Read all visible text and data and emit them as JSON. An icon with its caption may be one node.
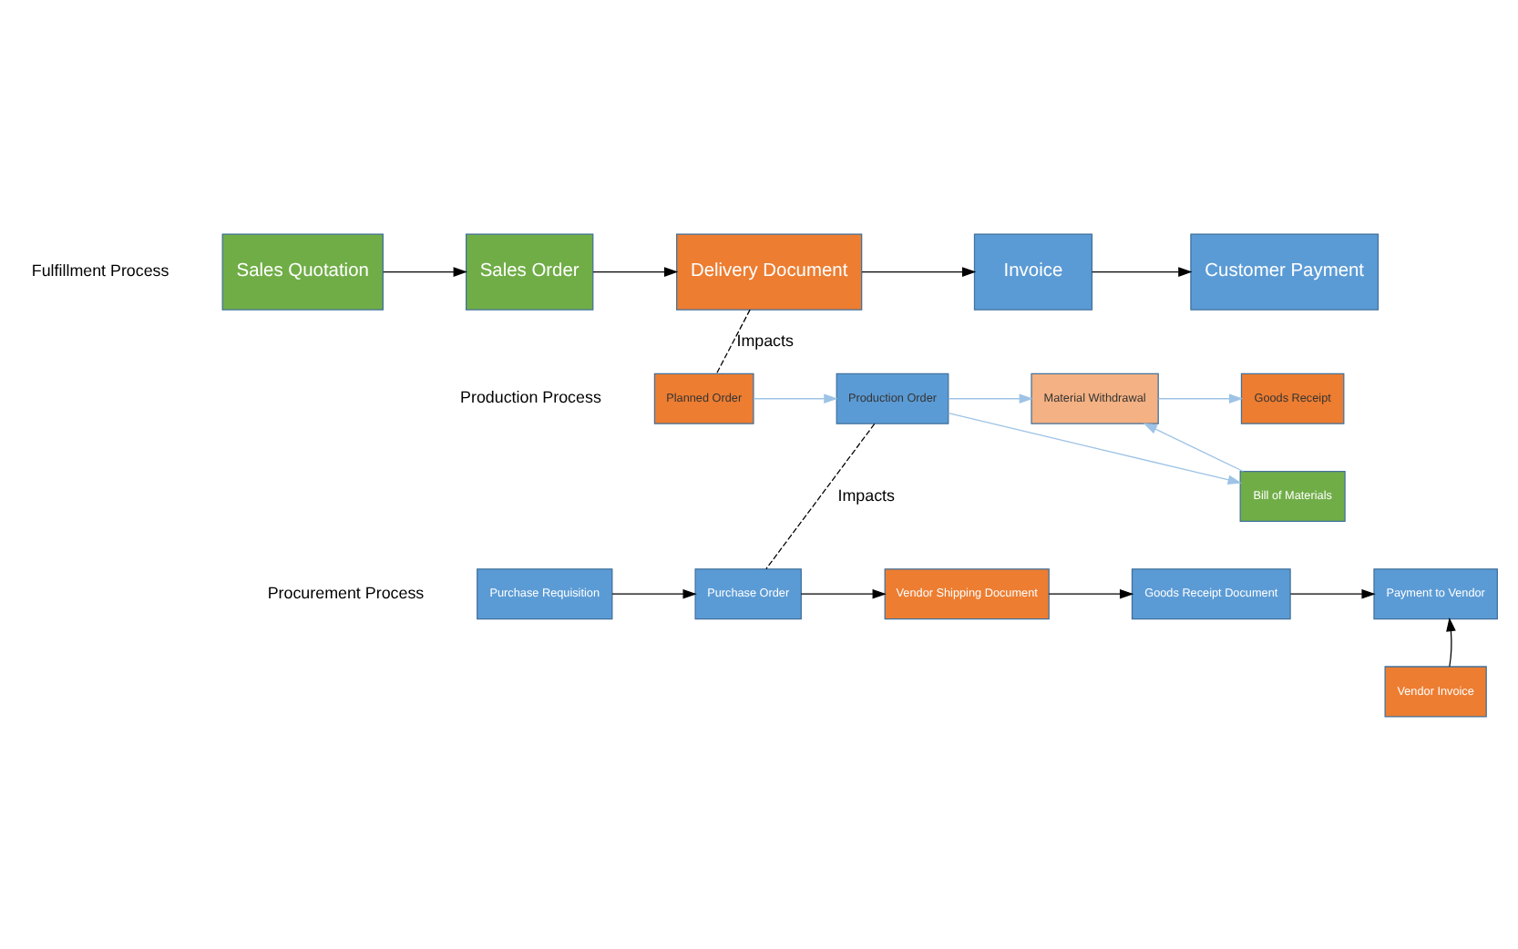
{
  "diagram": {
    "nodes": [
      {
        "text": [
          "Sales Quotation"
        ]
      },
      {
        "text": [
          "Sales Order"
        ]
      },
      {
        "text": [
          "Delivery Document"
        ]
      },
      {
        "text": [
          "Invoice"
        ]
      },
      {
        "text": [
          "Customer Payment"
        ]
      },
      {
        "text": [
          "Planned Order"
        ]
      },
      {
        "text": [
          "Production Order"
        ]
      },
      {
        "text": [
          "Material Withdrawal"
        ]
      },
      {
        "text": [
          "Goods Receipt"
        ]
      },
      {
        "text": [
          "Bill of Materials"
        ]
      },
      {
        "text": [
          "Purchase Requisition"
        ]
      },
      {
        "text": [
          "Purchase Order"
        ]
      },
      {
        "text": [
          "Vendor Shipping Document"
        ]
      },
      {
        "text": [
          "Goods Receipt Document"
        ]
      },
      {
        "text": [
          "Payment to Vendor"
        ]
      },
      {
        "text": [
          "Vendor Invoice"
        ]
      }
    ],
    "edges": [
      {
        "from": 0,
        "to": 1,
        "arrow": "to"
      },
      {
        "from": 1,
        "to": 2,
        "arrow": "to"
      },
      {
        "from": 2,
        "to": 3,
        "arrow": "to"
      },
      {
        "from": 3,
        "to": 4,
        "arrow": "to"
      },
      {
        "from": 2,
        "to": 5,
        "arrow": "none",
        "label": "Impacts",
        "style": "dashed"
      },
      {
        "from": 5,
        "to": 6,
        "arrow": "to",
        "color": "#9dc3e6"
      },
      {
        "from": 6,
        "to": 7,
        "arrow": "to",
        "color": "#9dc3e6"
      },
      {
        "from": 7,
        "to": 8,
        "arrow": "to",
        "color": "#9dc3e6"
      },
      {
        "from": 6,
        "to": 9,
        "arrow": "to",
        "color": "#9dc3e6"
      },
      {
        "from": 9,
        "to": 7,
        "arrow": "to",
        "color": "#9dc3e6"
      },
      {
        "from": 6,
        "to": 11,
        "arrow": "none",
        "label": "Impacts",
        "style": "dashed"
      },
      {
        "from": 10,
        "to": 11,
        "arrow": "to"
      },
      {
        "from": 11,
        "to": 12,
        "arrow": "to"
      },
      {
        "from": 12,
        "to": 13,
        "arrow": "to"
      },
      {
        "from": 13,
        "to": 14,
        "arrow": "to"
      },
      {
        "from": 15,
        "to": 14,
        "arrow": "to"
      }
    ],
    "labels": [
      "Fulfillment Process",
      "Production Process",
      "Procurement Process"
    ]
  }
}
